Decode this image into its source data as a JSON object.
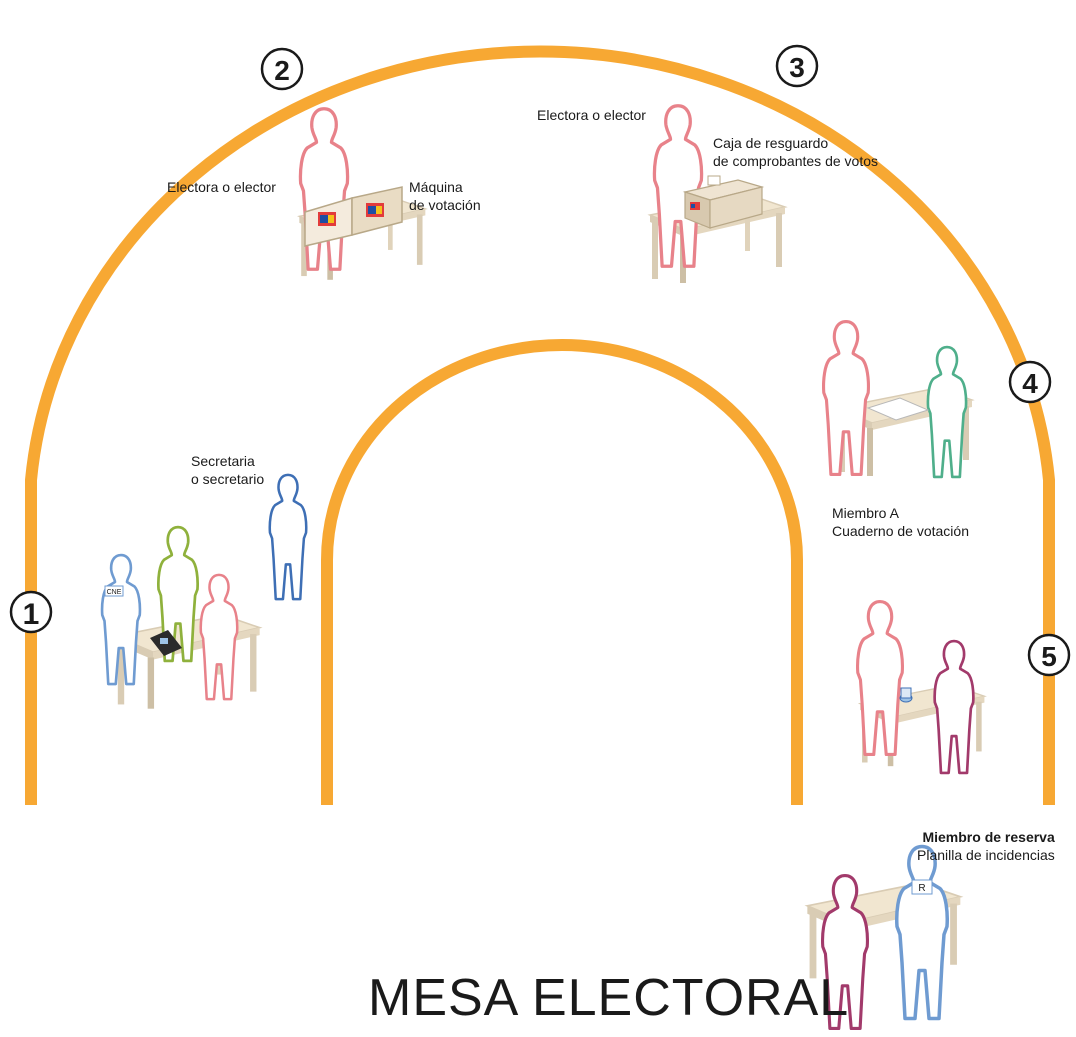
{
  "title": "MESA ELECTORAL",
  "stations": [
    {
      "number": "1"
    },
    {
      "number": "2"
    },
    {
      "number": "3"
    },
    {
      "number": "4"
    },
    {
      "number": "5"
    }
  ],
  "labels": {
    "s2_voter": "Electora o elector",
    "s2_machine_line1": "Máquina",
    "s2_machine_line2": "de votación",
    "s3_voter": "Electora o elector",
    "s3_box_line1": "Caja de resguardo",
    "s3_box_line2": "de comprobantes de votos",
    "secretary_line1": "Secretaria",
    "secretary_line2": "o secretario",
    "s4_member_line1": "Miembro A",
    "s4_member_line2": "Cuaderno de votación",
    "reserve_line1": "Miembro de reserva",
    "reserve_line2": "Planilla de incidencias"
  },
  "badges": {
    "cne": "CNE",
    "reserve": "R"
  },
  "colors": {
    "arc": "#F7A833",
    "voter": "#E8828A",
    "president": "#6F9BD1",
    "member_green": "#8FB13C",
    "secretary": "#3E6FB5",
    "member_a": "#4FAF8B",
    "member_b": "#A23A6B",
    "reserve": "#6F9BD1",
    "table_top": "#F1E6D0",
    "table_leg": "#D9CCB4"
  }
}
